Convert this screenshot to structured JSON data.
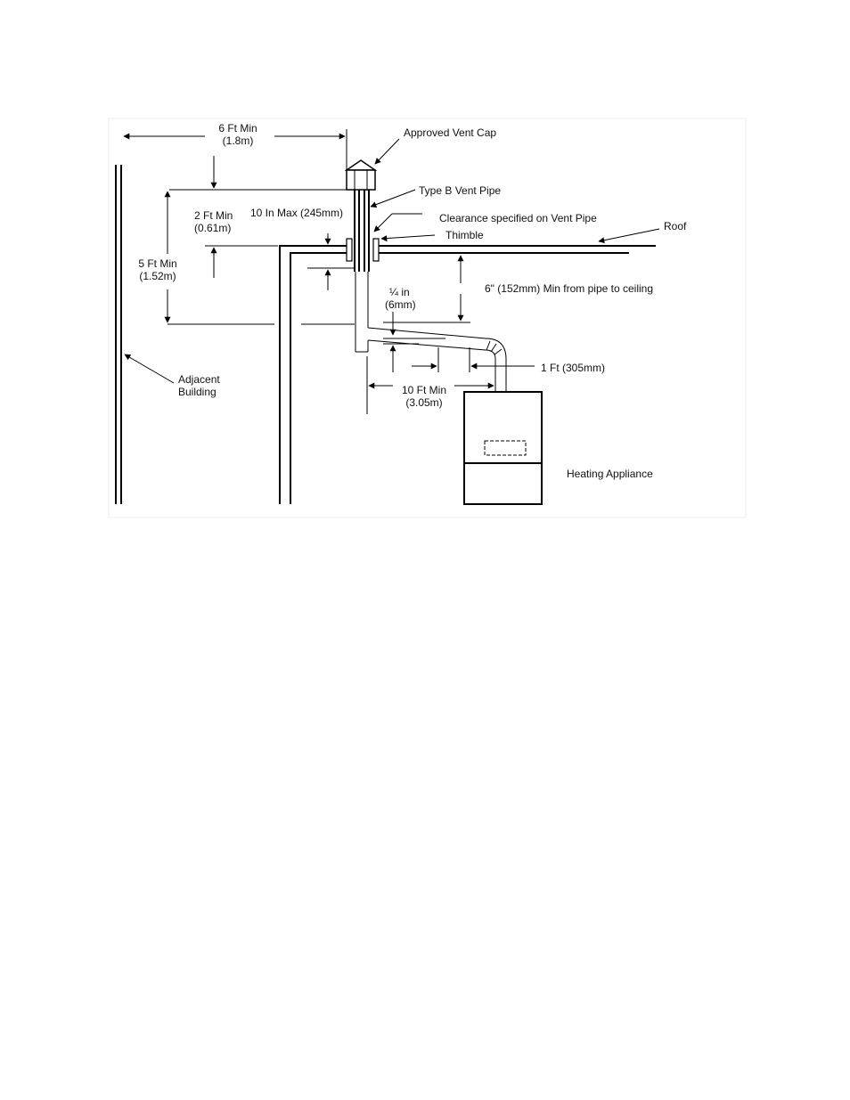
{
  "labels": {
    "six_ft_min": "6 Ft Min",
    "six_ft_min_metric": "(1.8m)",
    "approved_vent_cap": "Approved Vent Cap",
    "type_b_vent_pipe": "Type B Vent Pipe",
    "ten_in_max": "10 In Max (245mm)",
    "two_ft_min": "2 Ft Min",
    "two_ft_min_metric": "(0.61m)",
    "clearance_specified": "Clearance specified on Vent Pipe",
    "thimble": "Thimble",
    "roof": "Roof",
    "five_ft_min": "5 Ft Min",
    "five_ft_min_metric": "(1.52m)",
    "quarter_in": "¼ in",
    "quarter_in_metric": "(6mm)",
    "six_in_min": "6\" (152mm) Min from pipe to ceiling",
    "one_ft": "1 Ft (305mm)",
    "adjacent": "Adjacent",
    "building": "Building",
    "ten_ft_min": "10 Ft Min",
    "ten_ft_min_metric": "(3.05m)",
    "heating_appliance": "Heating Appliance"
  }
}
